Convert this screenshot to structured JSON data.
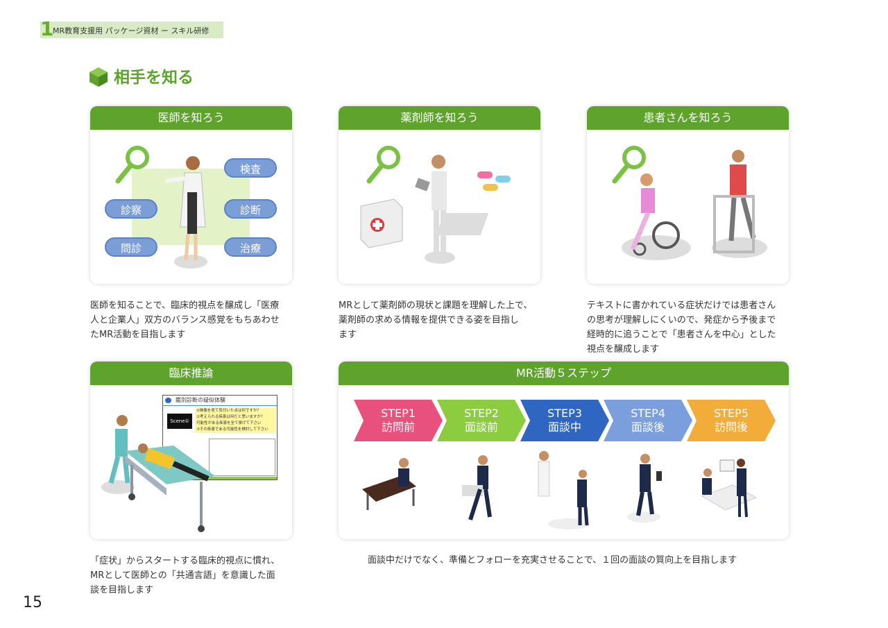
{
  "header": {
    "number": "1",
    "text": "MR教育支援用 パッケージ資材 ー スキル研修"
  },
  "section": {
    "title": "相手を知る"
  },
  "cards": {
    "doctor": {
      "title": "医師を知ろう",
      "tags": [
        "検査",
        "診察",
        "診断",
        "問診",
        "治療"
      ],
      "desc": [
        "医師を知ることで、臨床的視点を醸成し「医療",
        "人と企業人」双方のバランス感覚をもちあわせ",
        "たMR活動を目指します"
      ]
    },
    "pharmacist": {
      "title": "薬剤師を知ろう",
      "desc": [
        "MRとして薬剤師の現状と課題を理解した上で、",
        "薬剤師の求める情報を提供できる姿を目指し",
        "ます"
      ]
    },
    "patient": {
      "title": "患者さんを知ろう",
      "desc": [
        "テキストに書かれている症状だけでは患者さん",
        "の思考が理解しにくいので、発症から予後まで",
        "経時的に追うことで「患者さんを中心」とした",
        "視点を醸成します"
      ]
    },
    "clinical": {
      "title": "臨床推論",
      "slide": {
        "title": "鑑別診断の疑似体験",
        "scene": "Scene①",
        "lines": [
          "①映像を見て気付いた点は何ですか？",
          "②考えられる疾患は何だと思いますか？",
          "可能性がある疾患を全て挙げて下さい",
          "③その疾患である可能性を検討して下さい"
        ]
      },
      "desc": [
        "「症状」からスタートする臨床的視点に慣れ、",
        "MRとして医師との「共通言語」を意識した面",
        "談を目指します"
      ]
    },
    "steps": {
      "title": "MR活動５ステップ",
      "items": [
        {
          "step": "STEP1",
          "label": "訪問前",
          "color": "#e8517e"
        },
        {
          "step": "STEP2",
          "label": "面談前",
          "color": "#8ccc3f"
        },
        {
          "step": "STEP3",
          "label": "面談中",
          "color": "#2e66c2"
        },
        {
          "step": "STEP4",
          "label": "面談後",
          "color": "#7b9fdc"
        },
        {
          "step": "STEP5",
          "label": "訪問後",
          "color": "#f2ac3a"
        }
      ],
      "desc": "面談中だけでなく、準備とフォローを充実させることで、１回の面談の質向上を目指します"
    }
  },
  "page_number": "15"
}
